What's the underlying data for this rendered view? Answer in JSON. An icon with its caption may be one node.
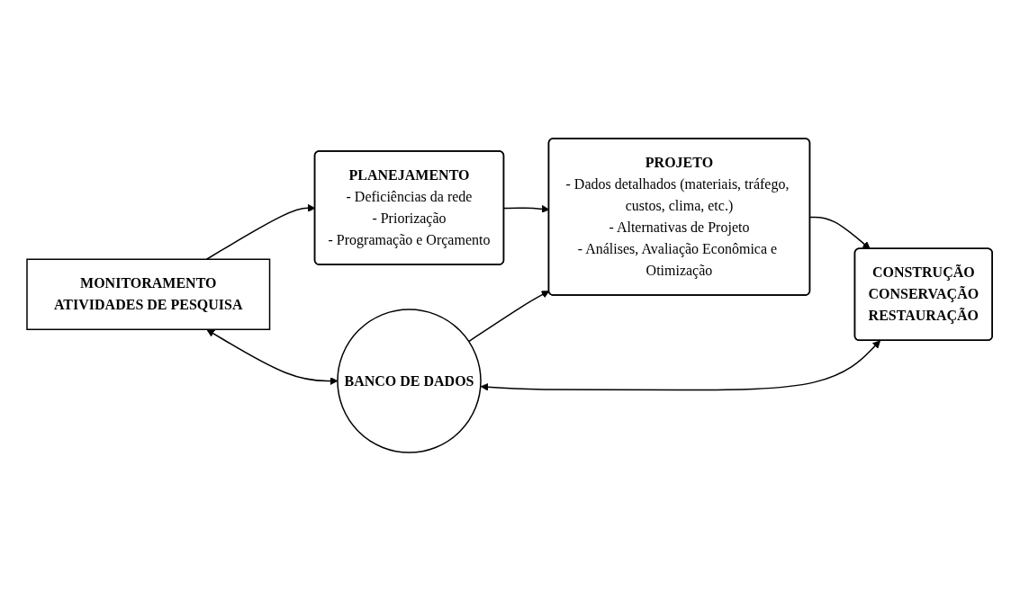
{
  "diagram": {
    "nodes": [
      {
        "text": [
          "PLANEJAMENTO",
          "- Deficiências da rede",
          "- Priorização",
          "- Programação e Orçamento"
        ]
      },
      {
        "text": [
          "PROJETO",
          "- Dados detalhados (materiais, tráfego, custos, clima, etc.)",
          "- Alternativas de Projeto",
          "- Análises, Avaliação Econômica e Otimização"
        ]
      },
      {
        "text": [
          "MONITORAMENTO",
          "ATIVIDADES DE PESQUISA"
        ]
      },
      {
        "text": [
          "BANCO DE DADOS"
        ]
      },
      {
        "text": [
          "CONSTRUÇÃO",
          "CONSERVAÇÃO",
          "RESTAURAÇÃO"
        ]
      }
    ],
    "edges": [
      {
        "from": 2,
        "to": 0,
        "arrow": "to"
      },
      {
        "from": 0,
        "to": 1,
        "arrow": "to"
      },
      {
        "from": 3,
        "to": 1,
        "arrow": "to"
      },
      {
        "from": 1,
        "to": 4,
        "arrow": "to"
      },
      {
        "from": 2,
        "to": 3,
        "arrow": "both"
      },
      {
        "from": 3,
        "to": 4,
        "arrow": "both"
      }
    ]
  }
}
